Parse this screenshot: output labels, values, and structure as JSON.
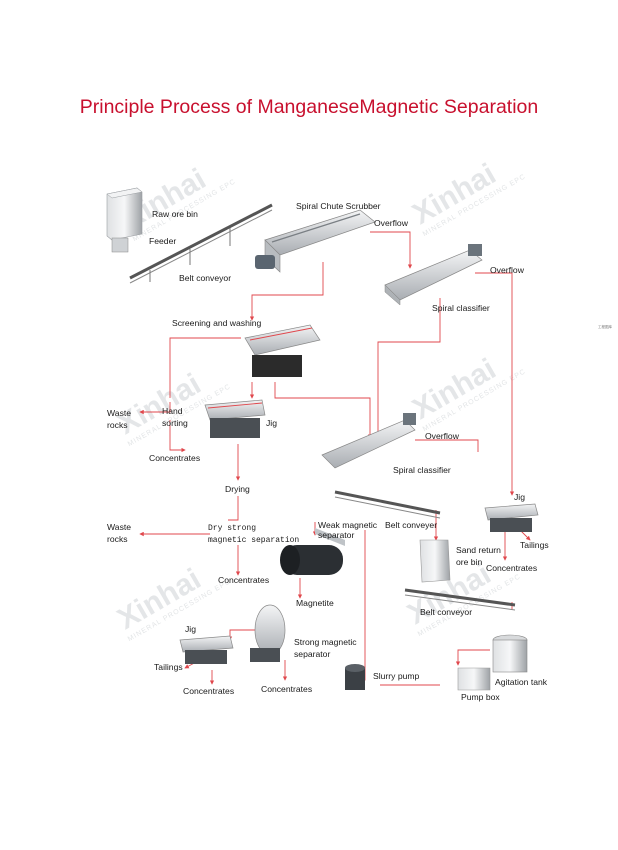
{
  "title": "Principle Process of ManganeseMagnetic Separation",
  "watermark": {
    "brand": "Xinhai",
    "tagline": "MINERAL PROCESSING EPC"
  },
  "corner_mark": "工程图库",
  "colors": {
    "title": "#c8102e",
    "flow_line": "#e0474c",
    "label": "#1a1a1a"
  },
  "labels": {
    "raw_ore_bin": "Raw ore bin",
    "feeder": "Feeder",
    "belt_conveyor": "Belt conveyor",
    "spiral_chute_scrubber": "Spiral Chute Scrubber",
    "overflow_1": "Overflow",
    "overflow_2": "Overflow",
    "spiral_classifier_1": "Spiral classifier",
    "screening_and_washing": "Screening and washing",
    "waste_rocks_1": "Waste",
    "waste_rocks_1b": "rocks",
    "hand_sorting_a": "Hand",
    "hand_sorting_b": "sorting",
    "jig_1": "Jig",
    "concentrates_1": "Concentrates",
    "overflow_3": "Overflow",
    "spiral_classifier_2": "Spiral classifier",
    "drying": "Drying",
    "belt_conveyer_1": "Belt conveyer",
    "jig_2": "Jig",
    "tailings_2": "Tailings",
    "concentrates_2": "Concentrates",
    "waste_rocks_2": "Waste",
    "waste_rocks_2b": "rocks",
    "dry_strong_a": "Dry strong",
    "dry_strong_b": "magnetic separation",
    "weak_magnetic_a": "Weak magnetic",
    "weak_magnetic_b": "separator",
    "sand_return_a": "Sand return",
    "sand_return_b": "ore bin",
    "concentrates_3": "Concentrates",
    "magnetite": "Magnetite",
    "belt_conveyor_2": "Belt conveyor",
    "jig_3": "Jig",
    "strong_magnetic_a": "Strong magnetic",
    "strong_magnetic_b": "separator",
    "tailings_3": "Tailings",
    "concentrates_4": "Concentrates",
    "concentrates_5": "Concentrates",
    "slurry_pump": "Slurry pump",
    "agitation_tank": "Agitation tank",
    "pump_box": "Pump box"
  }
}
